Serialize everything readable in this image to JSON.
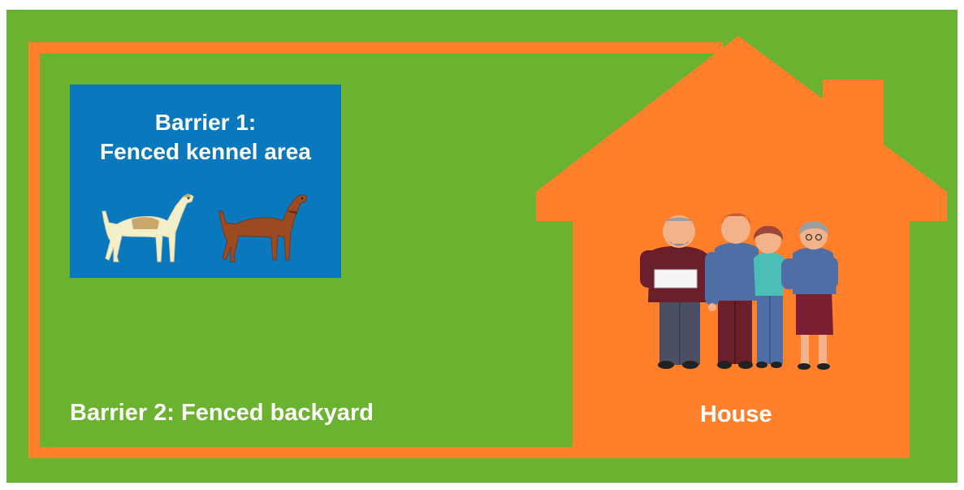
{
  "diagram": {
    "kennel": {
      "title_line1": "Barrier 1:",
      "title_line2": "Fenced kennel area",
      "dogs": [
        "cream-greyhound-icon",
        "brown-hound-icon"
      ]
    },
    "backyard": {
      "label": "Barrier 2: Fenced backyard"
    },
    "house": {
      "label": "House",
      "family": [
        "grandfather-icon",
        "father-icon",
        "daughter-icon",
        "grandmother-icon"
      ]
    },
    "colors": {
      "lawn": "#6ab22f",
      "fence": "#ff7f2a",
      "house": "#ff7f2a",
      "kennel": "#0a78bc",
      "text": "#ffffff"
    }
  }
}
